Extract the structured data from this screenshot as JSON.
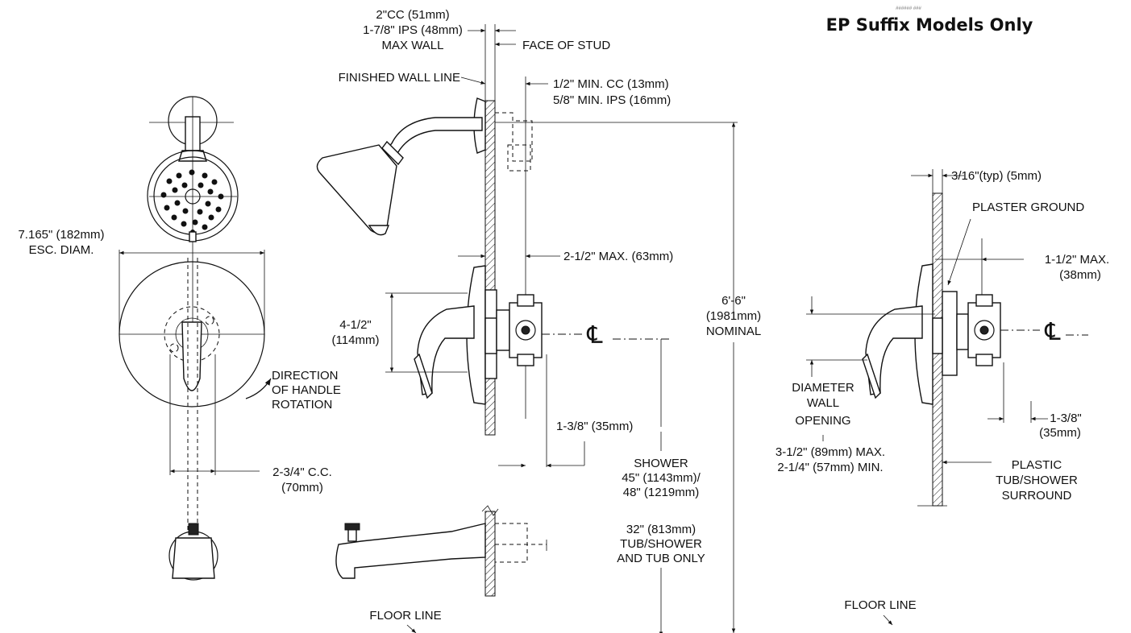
{
  "header": {
    "tiny_text": "###### ###",
    "title": "EP Suffix Models Only"
  },
  "side_view": {
    "max_wall_1": "2\"CC (51mm)",
    "max_wall_2": "1-7/8\" IPS (48mm)",
    "max_wall_3": "MAX WALL",
    "face_of_stud": "FACE OF STUD",
    "finished_wall_line": "FINISHED WALL LINE",
    "min_cc": "1/2\" MIN. CC (13mm)",
    "min_ips": "5/8\" MIN. IPS (16mm)",
    "max_25": "2-1/2\" MAX. (63mm)",
    "dim_412_a": "4-1/2\"",
    "dim_412_b": "(114mm)",
    "dim_138": "1-3/8\" (35mm)",
    "shower_1": "SHOWER",
    "shower_2": "45\" (1143mm)/",
    "shower_3": "48\" (1219mm)",
    "tub_1": "32\" (813mm)",
    "tub_2": "TUB/SHOWER",
    "tub_3": "AND TUB ONLY",
    "nominal_1": "6'-6\"",
    "nominal_2": "(1981mm)",
    "nominal_3": "NOMINAL",
    "floor_line": "FLOOR LINE",
    "cl_symbol": "℄"
  },
  "front_view": {
    "esc_diam_1": "7.165\" (182mm)",
    "esc_diam_2": "ESC. DIAM.",
    "direction_1": "DIRECTION",
    "direction_2": "OF HANDLE",
    "direction_3": "ROTATION",
    "cc_1": "2-3/4\" C.C.",
    "cc_2": "(70mm)"
  },
  "detail_view": {
    "typ": "3/16\"(typ) (5mm)",
    "plaster_ground": "PLASTER GROUND",
    "max_112_a": "1-1/2\" MAX.",
    "max_112_b": "(38mm)",
    "diameter_1": "DIAMETER",
    "diameter_2": "WALL",
    "diameter_3": "OPENING",
    "opening_max": "3-1/2\" (89mm) MAX.",
    "opening_min": "2-1/4\" (57mm) MIN.",
    "dim_138_a": "1-3/8\"",
    "dim_138_b": "(35mm)",
    "plastic_1": "PLASTIC",
    "plastic_2": "TUB/SHOWER",
    "plastic_3": "SURROUND",
    "floor_line": "FLOOR LINE",
    "cl_symbol": "℄"
  }
}
